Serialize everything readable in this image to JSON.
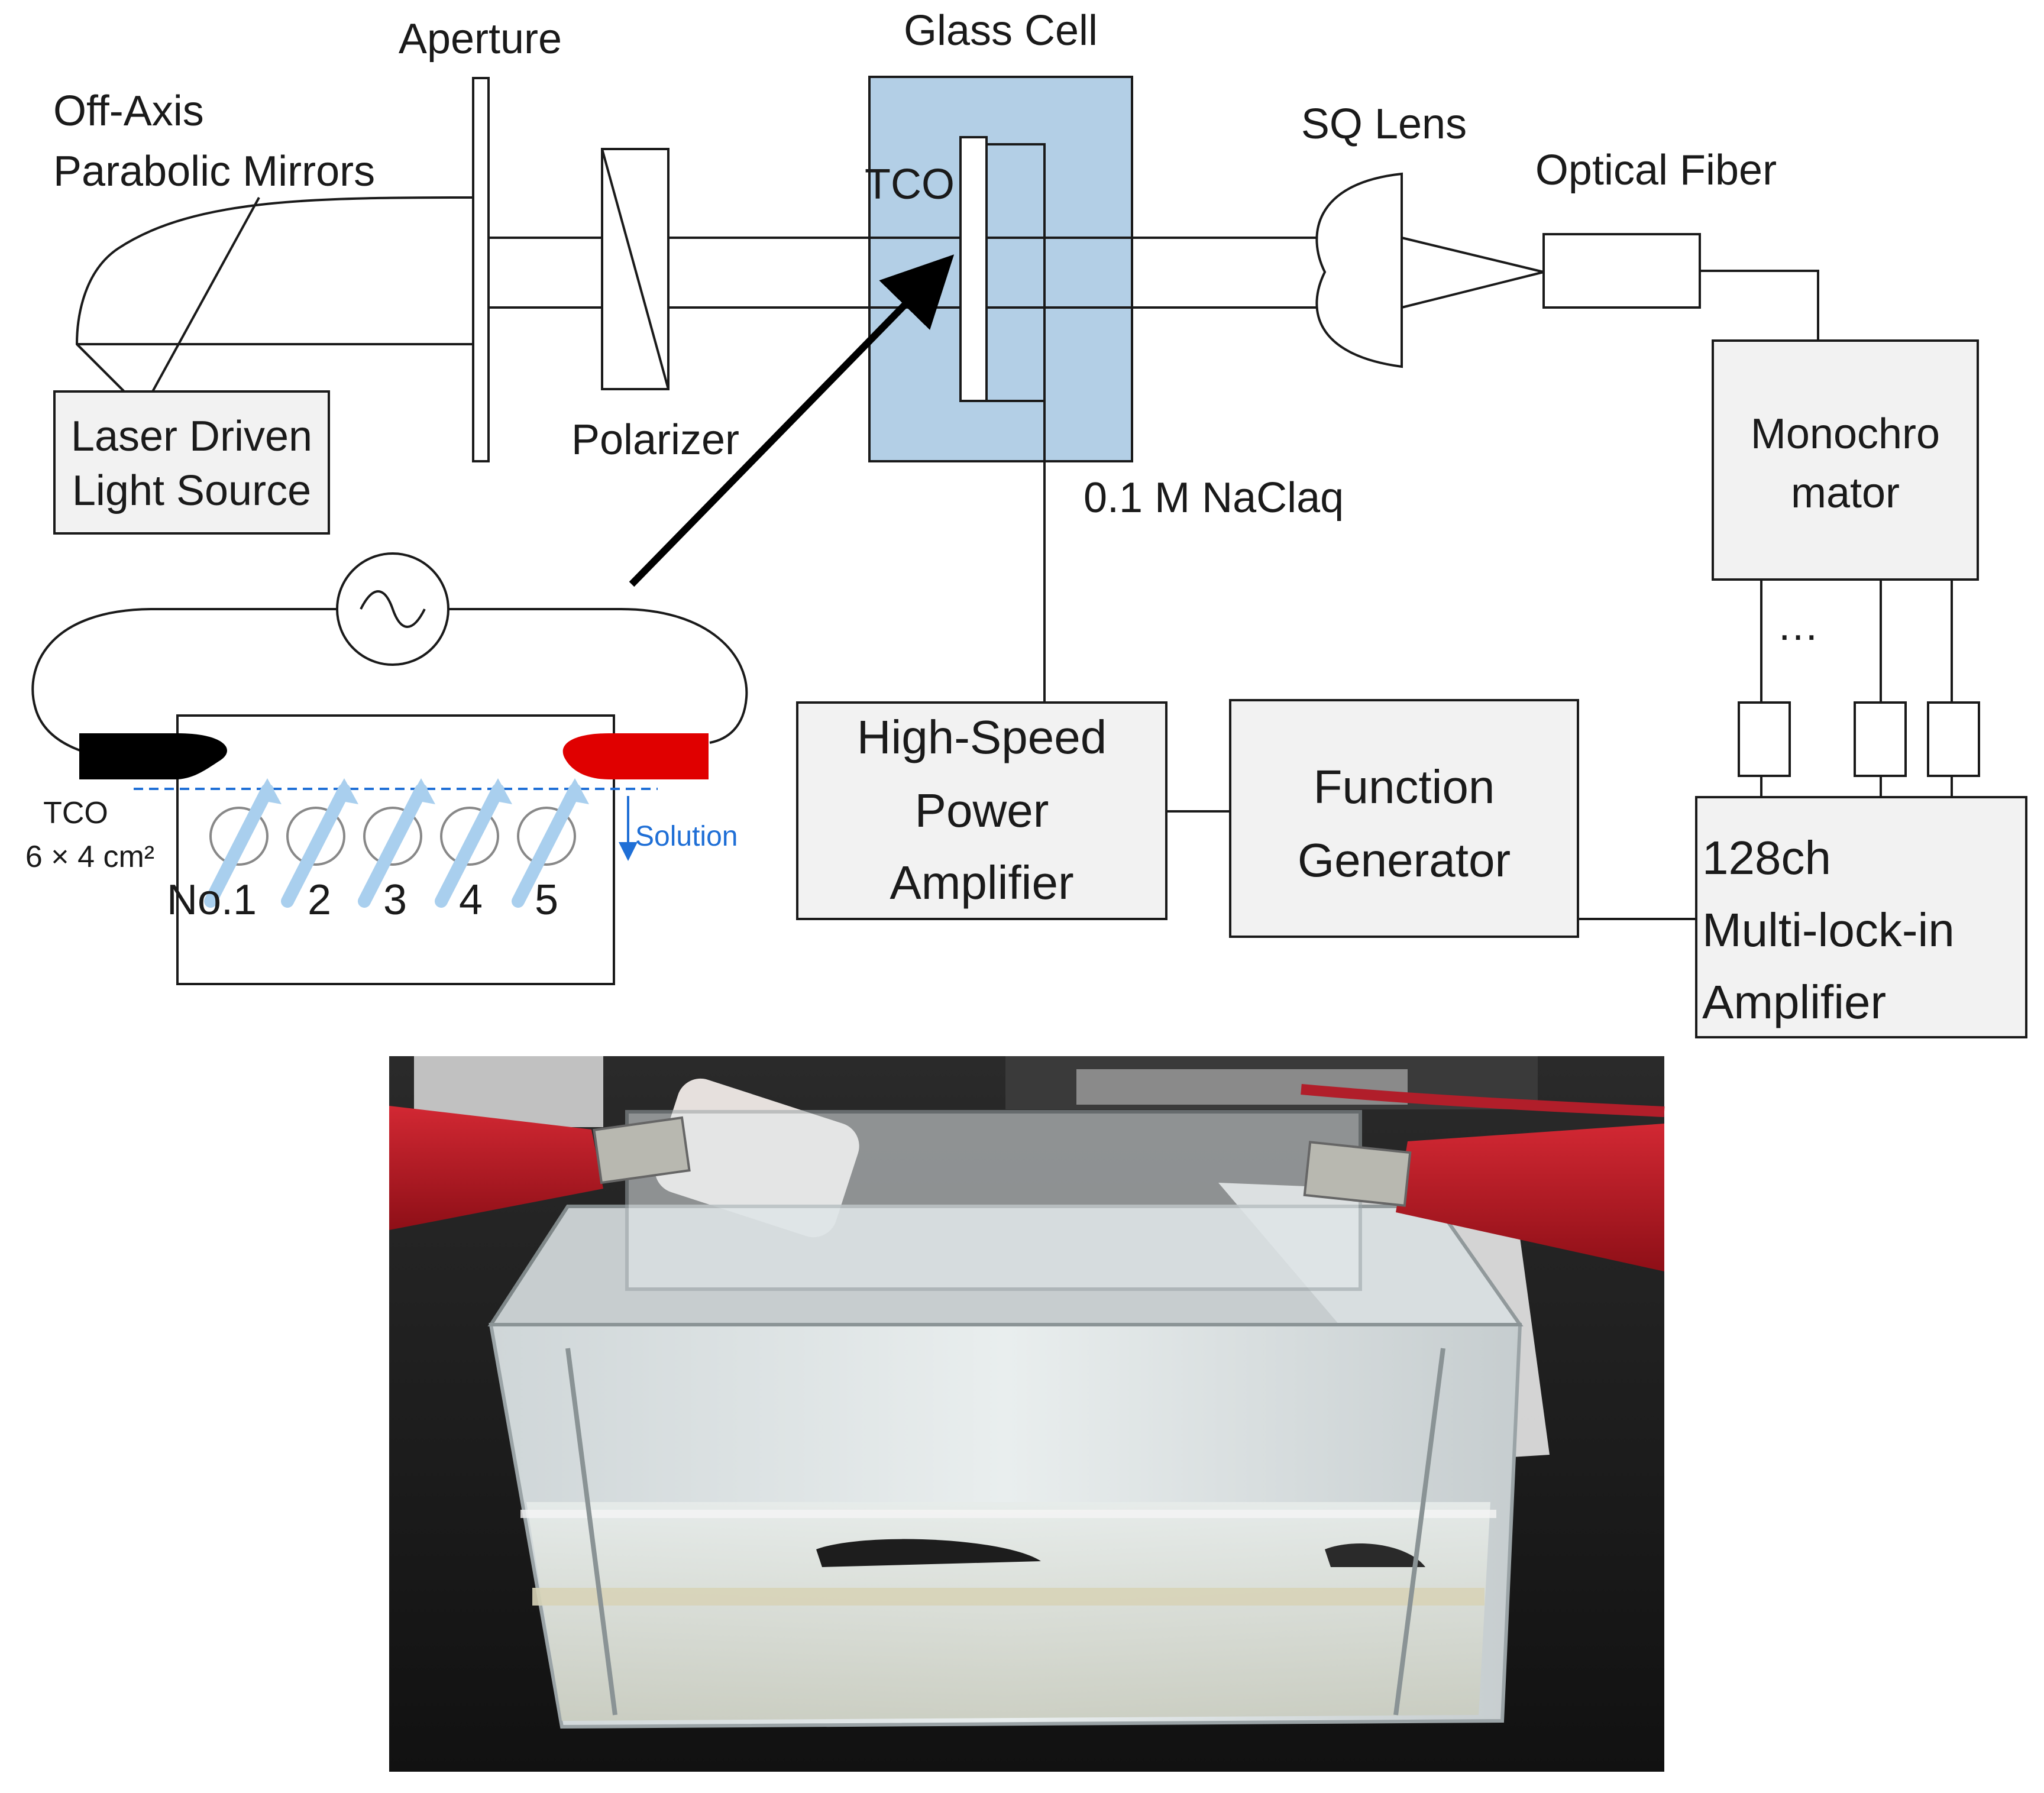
{
  "labels": {
    "aperture": "Aperture",
    "glass_cell": "Glass Cell",
    "off_axis_line1": "Off-Axis",
    "off_axis_line2": "Parabolic Mirrors",
    "sq_lens": "SQ Lens",
    "optical_fiber": "Optical Fiber",
    "tco_cell": "TCO",
    "polarizer": "Polarizer",
    "nacl": "0.1 M  NaClaq",
    "light_source_line1": "Laser Driven",
    "light_source_line2": "Light Source",
    "monochromator_line1": "Monochro",
    "monochromator_line2": "mator",
    "ellipsis": "…",
    "amp_line1": "High-Speed",
    "amp_line2": "Power",
    "amp_line3": "Amplifier",
    "fg_line1": "Function",
    "fg_line2": "Generator",
    "lockin_line1": "128ch",
    "lockin_line2": "Multi-lock-in",
    "lockin_line3": "Amplifier",
    "tco_sample": "TCO",
    "tco_size": "6 × 4 cm²",
    "solution": "Solution",
    "spot_1": "No.1",
    "spot_2": "2",
    "spot_3": "3",
    "spot_4": "4",
    "spot_5": "5"
  },
  "colors": {
    "glass_cell_fill": "#b3cfe6",
    "box_fill": "#f2f2f2",
    "electrode_red": "#e00000",
    "electrode_black": "#000000",
    "solution_line": "#1f6fd6",
    "spot_arrow": "#a9cfee"
  }
}
